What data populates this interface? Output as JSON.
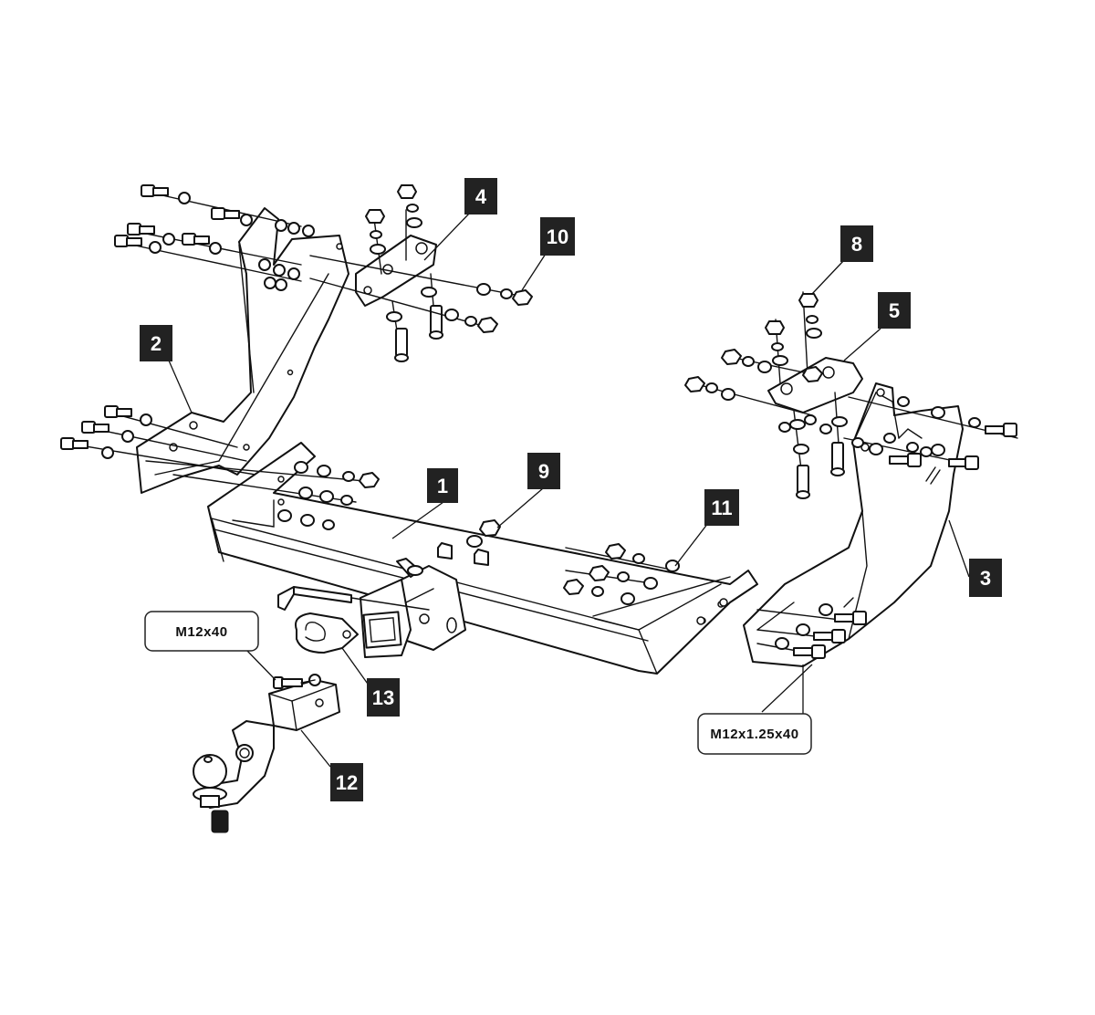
{
  "callouts": {
    "c1": "1",
    "c2": "2",
    "c3": "3",
    "c4": "4",
    "c5": "5",
    "c8": "8",
    "c9": "9",
    "c10": "10",
    "c11": "11",
    "c12": "12",
    "c13": "13"
  },
  "specs": {
    "bolt_left": "M12x40",
    "bolt_right": "M12x1.25x40"
  },
  "colors": {
    "callout_bg": "#222222",
    "callout_text": "#ffffff",
    "line": "#111111"
  }
}
